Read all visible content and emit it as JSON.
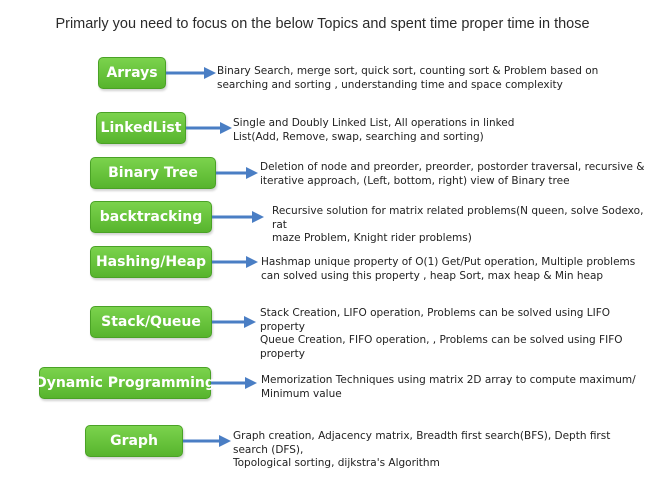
{
  "heading": "Primarly you need to focus on the below Topics and spent time proper time in those",
  "topics": [
    {
      "label": "Arrays",
      "lines": [
        "Binary Search, merge sort, quick sort, counting sort  & Problem based on",
        "searching and sorting , understanding time and space complexity"
      ]
    },
    {
      "label": "LinkedList",
      "lines": [
        "Single and Doubly Linked List, All operations in linked",
        "List(Add, Remove, swap,  searching and sorting)"
      ]
    },
    {
      "label": "Binary Tree",
      "lines": [
        "Deletion of node and preorder, preorder, postorder traversal, recursive &",
        "iterative approach, (Left, bottom, right) view of Binary tree"
      ]
    },
    {
      "label": "backtracking",
      "lines": [
        "Recursive solution for matrix related problems(N queen, solve Sodexo, rat",
        "maze Problem, Knight rider problems)"
      ]
    },
    {
      "label": "Hashing/Heap",
      "lines": [
        "Hashmap  unique property  of O(1) Get/Put operation, Multiple problems",
        "can solved using this property ,  heap Sort, max heap & Min heap"
      ]
    },
    {
      "label": "Stack/Queue",
      "lines": [
        "Stack Creation, LIFO operation, Problems can be solved using LIFO property",
        "Queue Creation, FIFO operation, ,  Problems can be solved using FIFO property"
      ]
    },
    {
      "label": "Dynamic Programming",
      "lines": [
        "Memorization Techniques using matrix 2D array  to compute maximum/",
        "Minimum value"
      ]
    },
    {
      "label": "Graph",
      "lines": [
        "Graph creation, Adjacency matrix, Breadth first search(BFS), Depth first search (DFS),",
        "Topological sorting, dijkstra's Algorithm"
      ]
    }
  ],
  "colors": {
    "box": "#5cb832",
    "arrow": "#4a7ec4",
    "text": "#222222"
  }
}
